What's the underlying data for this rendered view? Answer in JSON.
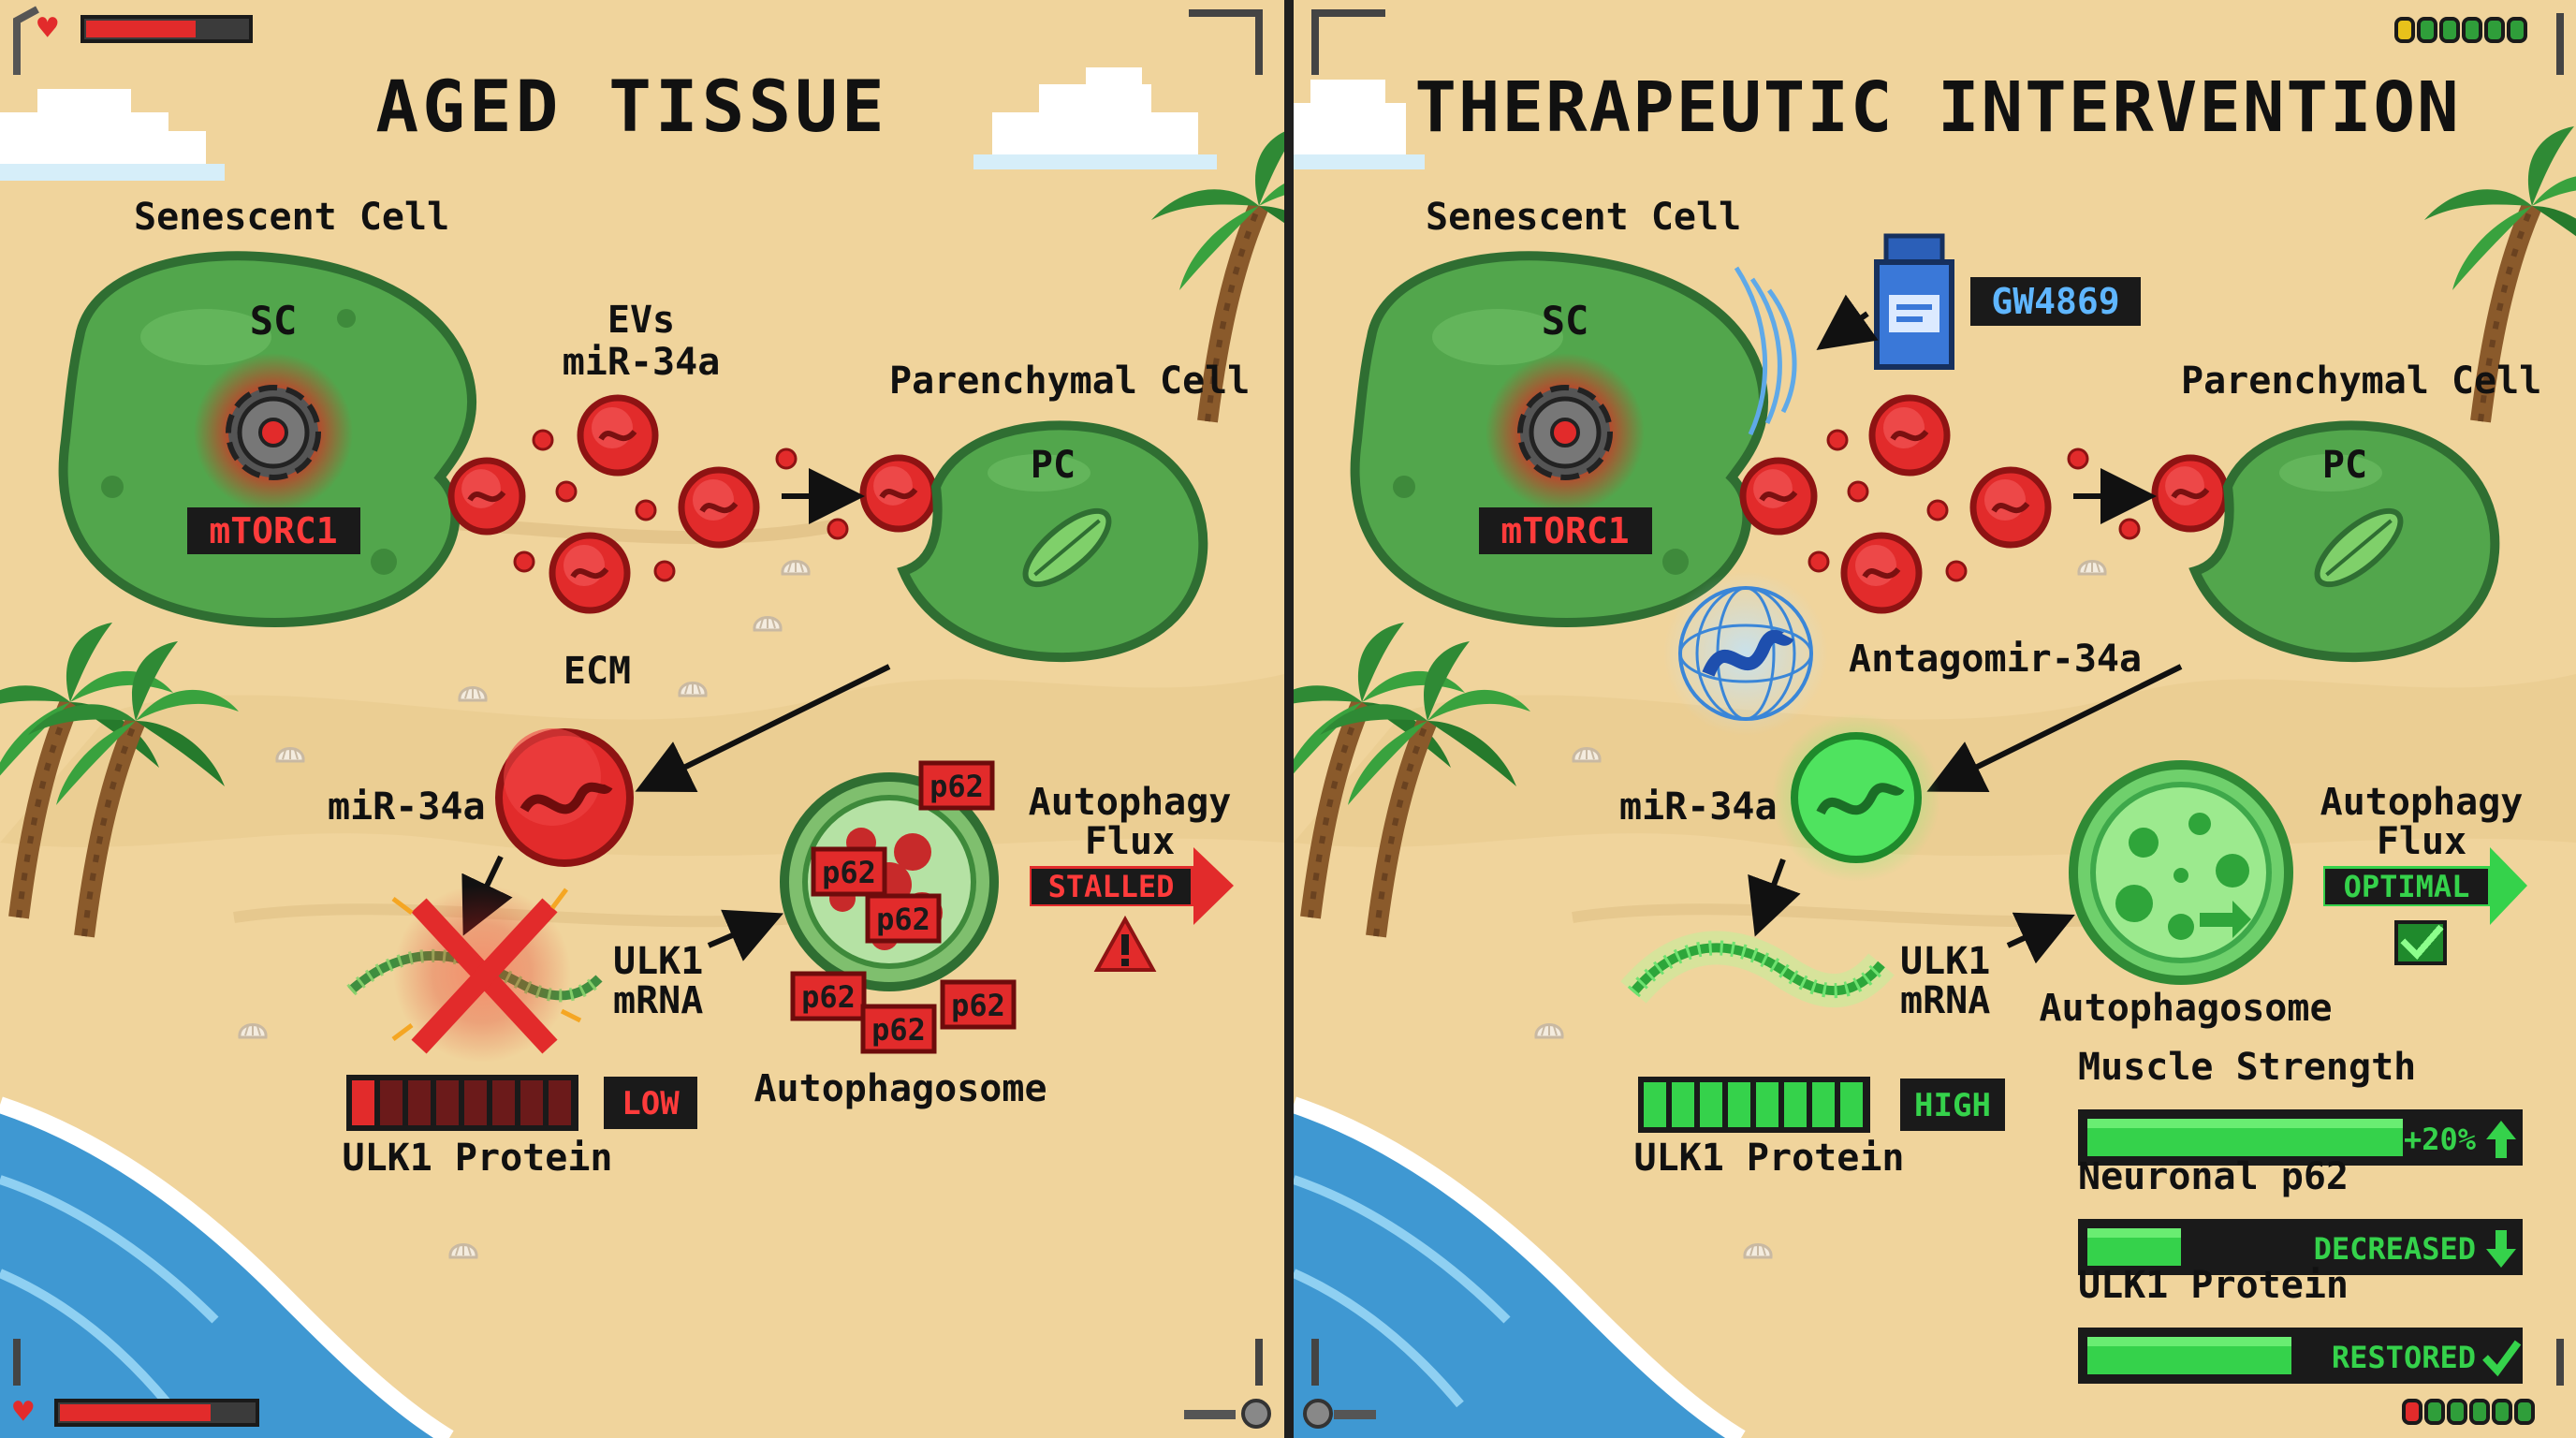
{
  "left_panel": {
    "title": "AGED TISSUE",
    "senescent_cell_label": "Senescent Cell",
    "sc_label": "SC",
    "mtorc1_label": "mTORC1",
    "evs_label_line1": "EVs",
    "evs_label_line2": "miR-34a",
    "parenchymal_cell_label": "Parenchymal Cell",
    "pc_label": "PC",
    "ecm_label": "ECM",
    "mir_label": "miR-34a",
    "ulk1_mrna_line1": "ULK1",
    "ulk1_mrna_line2": "mRNA",
    "p62_labels": [
      "p62",
      "p62",
      "p62",
      "p62",
      "p62",
      "p62"
    ],
    "autophagy_flux_line1": "Autophagy",
    "autophagy_flux_line2": "Flux",
    "flux_status": "STALLED",
    "autophagosome_label": "Autophagosome",
    "ulk1_protein_label": "ULK1 Protein",
    "ulk1_level_badge": "LOW",
    "ulk1_level_segments_filled": 1,
    "ulk1_level_segments_total": 8
  },
  "right_panel": {
    "title": "THERAPEUTIC INTERVENTION",
    "senescent_cell_label": "Senescent Cell",
    "sc_label": "SC",
    "mtorc1_label": "mTORC1",
    "drug_label": "GW4869",
    "parenchymal_cell_label": "Parenchymal Cell",
    "pc_label": "PC",
    "antagomir_label": "Antagomir-34a",
    "mir_label": "miR-34a",
    "ulk1_mrna_line1": "ULK1",
    "ulk1_mrna_line2": "mRNA",
    "autophagosome_label": "Autophagosome",
    "autophagy_flux_line1": "Autophagy",
    "autophagy_flux_line2": "Flux",
    "flux_status": "OPTIMAL",
    "ulk1_protein_label": "ULK1 Protein",
    "ulk1_level_badge": "HIGH",
    "ulk1_level_segments_filled": 8,
    "ulk1_level_segments_total": 8,
    "metrics": [
      {
        "label": "Muscle Strength",
        "value": "+20%",
        "fill_fraction": 0.74
      },
      {
        "label": "Neuronal p62",
        "value": "DECREASED",
        "fill_fraction": 0.22
      },
      {
        "label": "ULK1 Protein",
        "value": "RESTORED",
        "fill_fraction": 0.48
      }
    ]
  },
  "hud": {
    "left_health_fraction": 0.68,
    "left_bottom_health_fraction": 0.78,
    "right_coins_top_total": 6,
    "right_coins_top_gold": 1,
    "right_coins_bottom_total": 6,
    "right_coins_bottom_red": 1
  },
  "colors": {
    "sand": "#f0d49c",
    "cell_green": "#52a64c",
    "cell_green_dark": "#2f6e32",
    "alert_red": "#e22b2b",
    "bright_green": "#35d24b",
    "drug_blue": "#3a78d8",
    "badge_dark": "#1a1a1a",
    "sea": "#3f98d2"
  }
}
